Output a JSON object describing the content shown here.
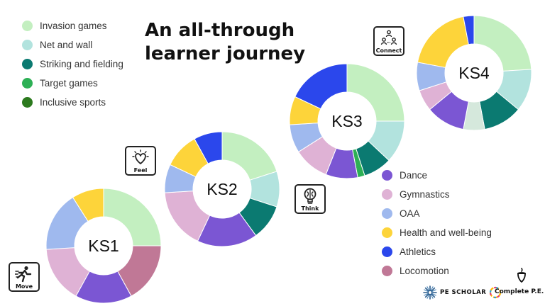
{
  "title_line1": "An all-through",
  "title_line2": "learner journey",
  "legend_left": [
    {
      "label": "Invasion games",
      "color": "#c3efc0"
    },
    {
      "label": "Net and wall",
      "color": "#b2e3de"
    },
    {
      "label": "Striking and fielding",
      "color": "#0b7a71"
    },
    {
      "label": "Target games",
      "color": "#2db055"
    },
    {
      "label": "Inclusive sports",
      "color": "#2c7a1e"
    }
  ],
  "legend_right": [
    {
      "label": "Dance",
      "color": "#7b56d3"
    },
    {
      "label": "Gymnastics",
      "color": "#dfb2d5"
    },
    {
      "label": "OAA",
      "color": "#9fb9ee"
    },
    {
      "label": "Health and well-being",
      "color": "#fdd43a"
    },
    {
      "label": "Athletics",
      "color": "#2b47ec"
    },
    {
      "label": "Locomotion",
      "color": "#c07896"
    }
  ],
  "badges": {
    "move": "Move",
    "feel": "Feel",
    "think": "Think",
    "connect": "Connect"
  },
  "logos": {
    "pe_scholar": "PE SCHOLAR",
    "complete_pe": "Complete P.E."
  },
  "chart_data": [
    {
      "type": "pie",
      "label": "KS1",
      "slices": [
        {
          "name": "Invasion games",
          "value": 25,
          "color": "#c3efc0"
        },
        {
          "name": "Locomotion",
          "value": 17,
          "color": "#c07896"
        },
        {
          "name": "Dance",
          "value": 16,
          "color": "#7b56d3"
        },
        {
          "name": "Gymnastics",
          "value": 16,
          "color": "#dfb2d5"
        },
        {
          "name": "OAA",
          "value": 17,
          "color": "#9fb9ee"
        },
        {
          "name": "Health and well-being",
          "value": 9,
          "color": "#fdd43a"
        }
      ]
    },
    {
      "type": "pie",
      "label": "KS2",
      "slices": [
        {
          "name": "Invasion games",
          "value": 20,
          "color": "#c3efc0"
        },
        {
          "name": "Net and wall",
          "value": 10,
          "color": "#b2e3de"
        },
        {
          "name": "Striking and fielding",
          "value": 10,
          "color": "#0b7a71"
        },
        {
          "name": "Dance",
          "value": 17,
          "color": "#7b56d3"
        },
        {
          "name": "Gymnastics",
          "value": 17,
          "color": "#dfb2d5"
        },
        {
          "name": "OAA",
          "value": 8,
          "color": "#9fb9ee"
        },
        {
          "name": "Health and well-being",
          "value": 10,
          "color": "#fdd43a"
        },
        {
          "name": "Athletics",
          "value": 8,
          "color": "#2b47ec"
        }
      ]
    },
    {
      "type": "pie",
      "label": "KS3",
      "slices": [
        {
          "name": "Invasion games",
          "value": 25,
          "color": "#c3efc0"
        },
        {
          "name": "Net and wall",
          "value": 12,
          "color": "#b2e3de"
        },
        {
          "name": "Striking and fielding",
          "value": 8,
          "color": "#0b7a71"
        },
        {
          "name": "Target games",
          "value": 2,
          "color": "#2db055"
        },
        {
          "name": "Dance",
          "value": 9,
          "color": "#7b56d3"
        },
        {
          "name": "Gymnastics",
          "value": 10,
          "color": "#dfb2d5"
        },
        {
          "name": "OAA",
          "value": 8,
          "color": "#9fb9ee"
        },
        {
          "name": "Health and well-being",
          "value": 8,
          "color": "#fdd43a"
        },
        {
          "name": "Athletics",
          "value": 18,
          "color": "#2b47ec"
        }
      ]
    },
    {
      "type": "pie",
      "label": "KS4",
      "slices": [
        {
          "name": "Invasion games",
          "value": 24,
          "color": "#c3efc0"
        },
        {
          "name": "Net and wall",
          "value": 12,
          "color": "#b2e3de"
        },
        {
          "name": "Striking and fielding",
          "value": 11,
          "color": "#0b7a71"
        },
        {
          "name": "Inclusive sports",
          "value": 6,
          "color": "#d5e8dc"
        },
        {
          "name": "Dance",
          "value": 11,
          "color": "#7b56d3"
        },
        {
          "name": "Gymnastics",
          "value": 6,
          "color": "#dfb2d5"
        },
        {
          "name": "OAA",
          "value": 8,
          "color": "#9fb9ee"
        },
        {
          "name": "Health and well-being",
          "value": 19,
          "color": "#fdd43a"
        },
        {
          "name": "Athletics",
          "value": 3,
          "color": "#2b47ec"
        }
      ]
    }
  ]
}
